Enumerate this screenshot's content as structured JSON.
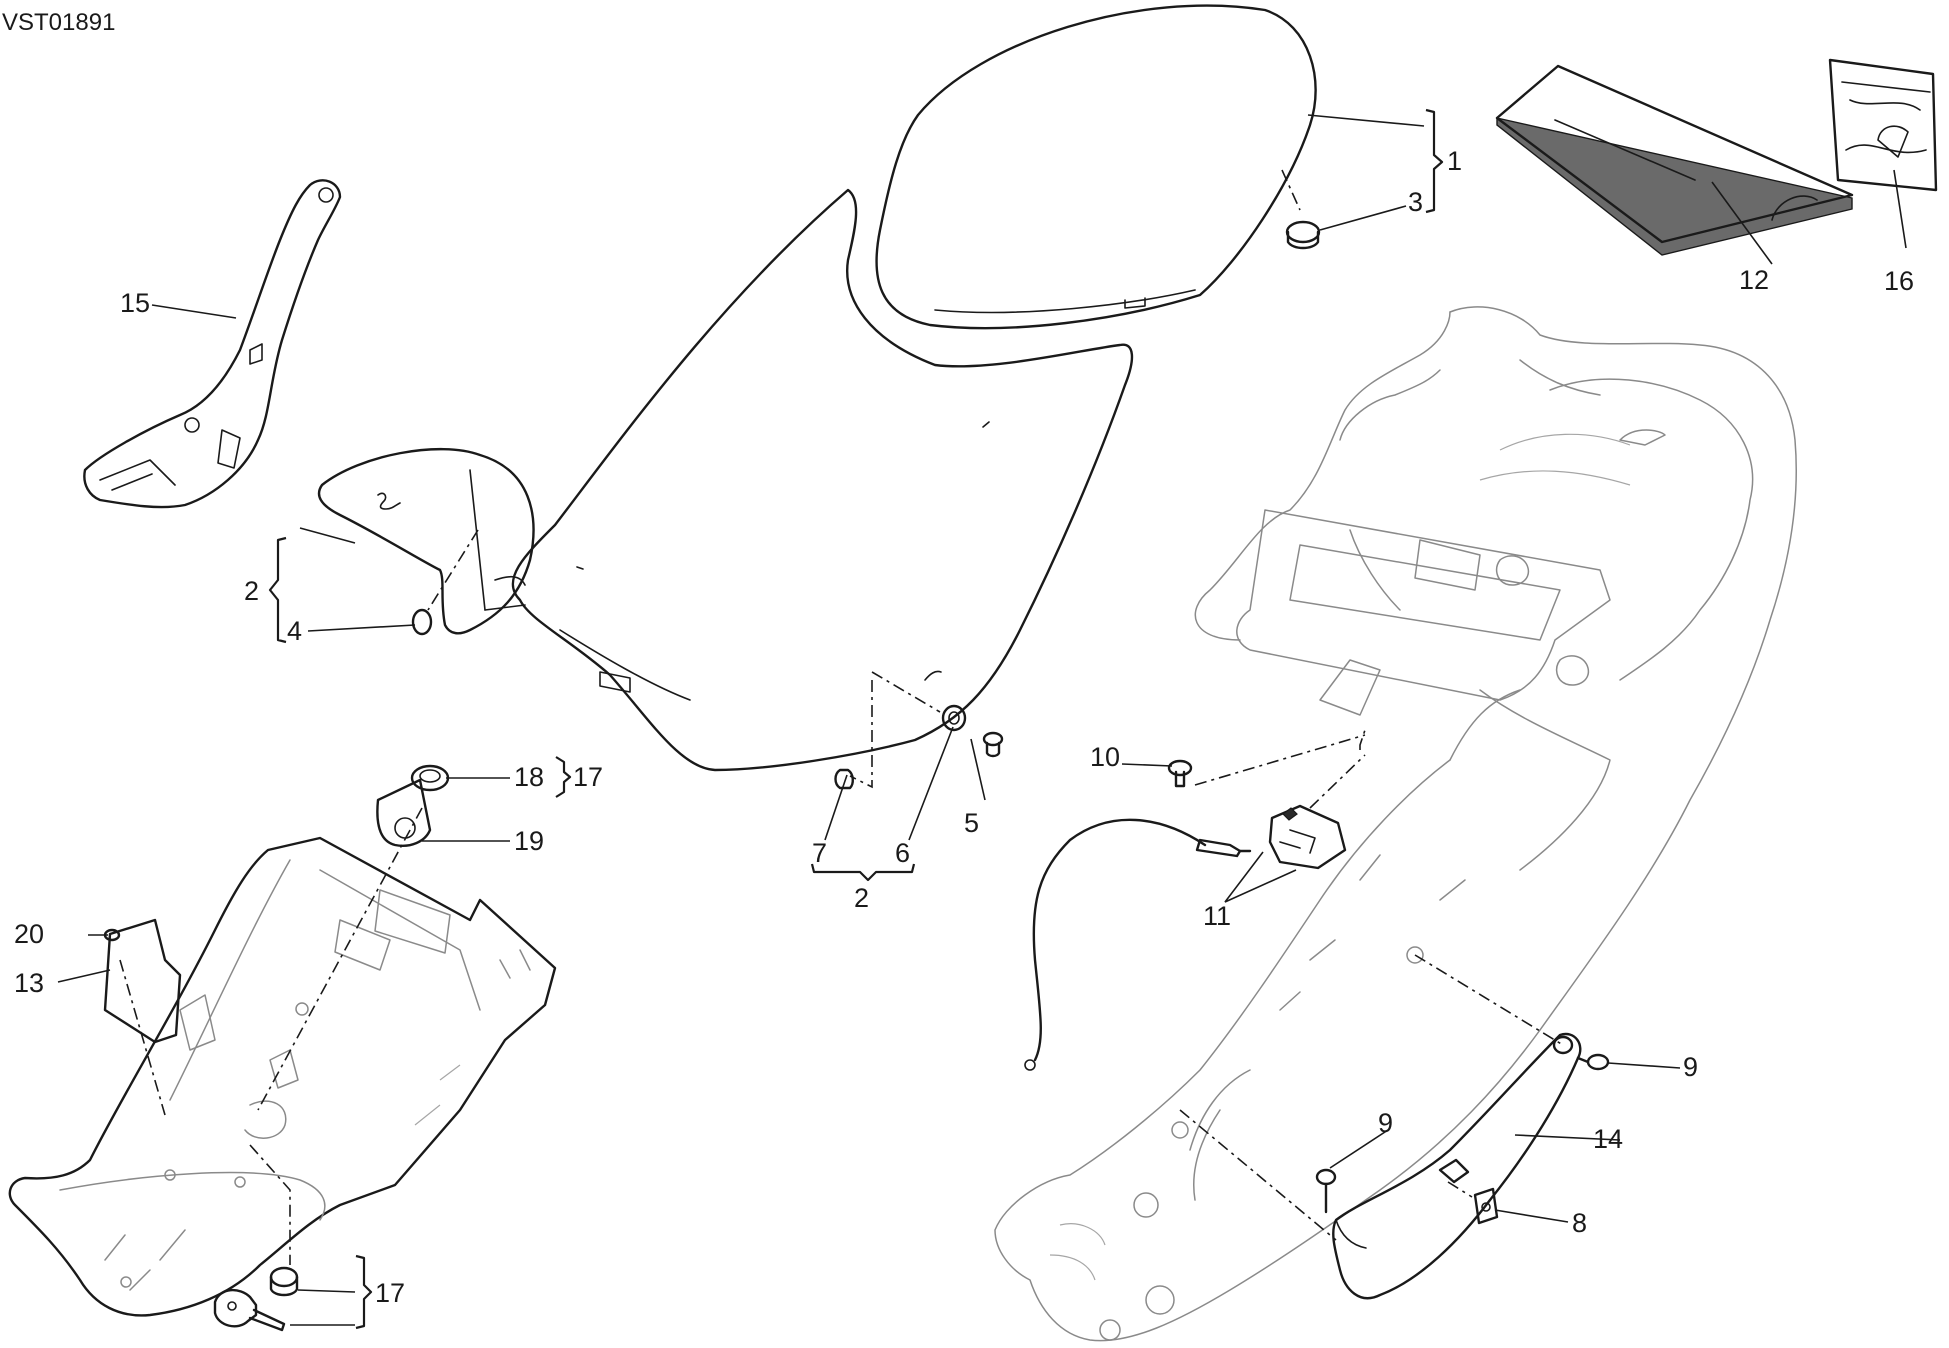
{
  "drawing_code": "VST01891",
  "callouts": {
    "c1": "1",
    "c2_left": "2",
    "c2_bottom": "2",
    "c3": "3",
    "c4": "4",
    "c5": "5",
    "c6": "6",
    "c7": "7",
    "c8": "8",
    "c9_right": "9",
    "c9_lower": "9",
    "c10": "10",
    "c11": "11",
    "c12": "12",
    "c13": "13",
    "c14": "14",
    "c15": "15",
    "c16": "16",
    "c17_top": "17",
    "c17_bottom": "17",
    "c18": "18",
    "c19": "19",
    "c20": "20"
  }
}
